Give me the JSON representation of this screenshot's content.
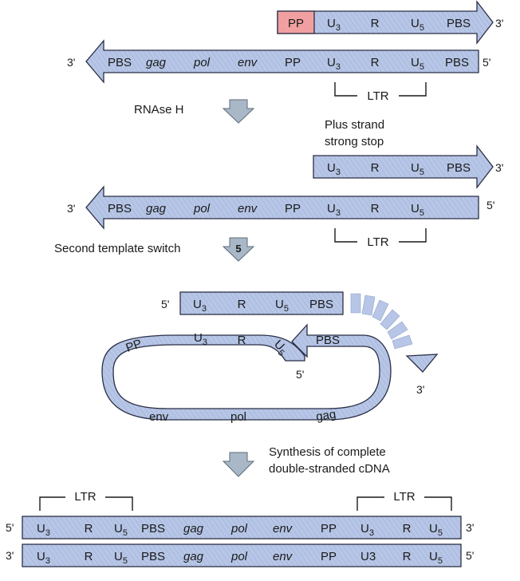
{
  "ends": {
    "five": "5'",
    "three": "3'"
  },
  "segments": {
    "pp": "PP",
    "u3": "U",
    "u5": "U",
    "sub3": "3",
    "sub5": "5",
    "r": "R",
    "pbs": "PBS",
    "gag": "gag",
    "pol": "pol",
    "env": "env"
  },
  "u3_alt": "U3",
  "ltr": "LTR",
  "steps": {
    "rnase": "RNAse H",
    "plus_line1": "Plus strand",
    "plus_line2": "strong stop",
    "switch": "Second template switch",
    "switch_num": "5",
    "synth_line1": "Synthesis of complete",
    "synth_line2": "double-stranded cDNA"
  },
  "colors": {
    "strand": "#b7c6e6",
    "hatch": "#a2b3da",
    "pp_box": "#f0a0a0",
    "arrow": "#a9b8c7",
    "outline": "#2b2f45"
  }
}
